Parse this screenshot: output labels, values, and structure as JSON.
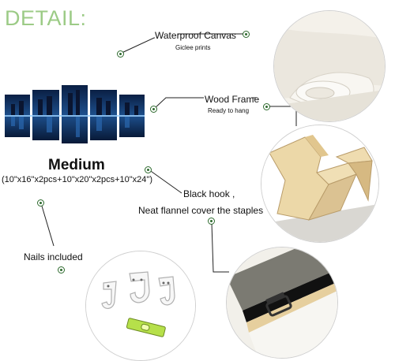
{
  "header": {
    "title": "DETAIL:"
  },
  "product": {
    "size_name": "Medium",
    "size_spec": "(10\"x16\"x2pcs+10\"x20\"x2pcs+10\"x24\")"
  },
  "features": [
    {
      "label": "Waterproof Canvas",
      "sublabel": "Giclee prints"
    },
    {
      "label": "Wood Frame",
      "sublabel": "Ready to hang"
    },
    {
      "label": "Black hook ,",
      "sublabel": "Neat flannel cover the staples"
    },
    {
      "label": "Nails included"
    }
  ],
  "colors": {
    "title": "#9ccb86",
    "dot": "#2e6a2e",
    "panel_sky": "#0c2a55"
  }
}
